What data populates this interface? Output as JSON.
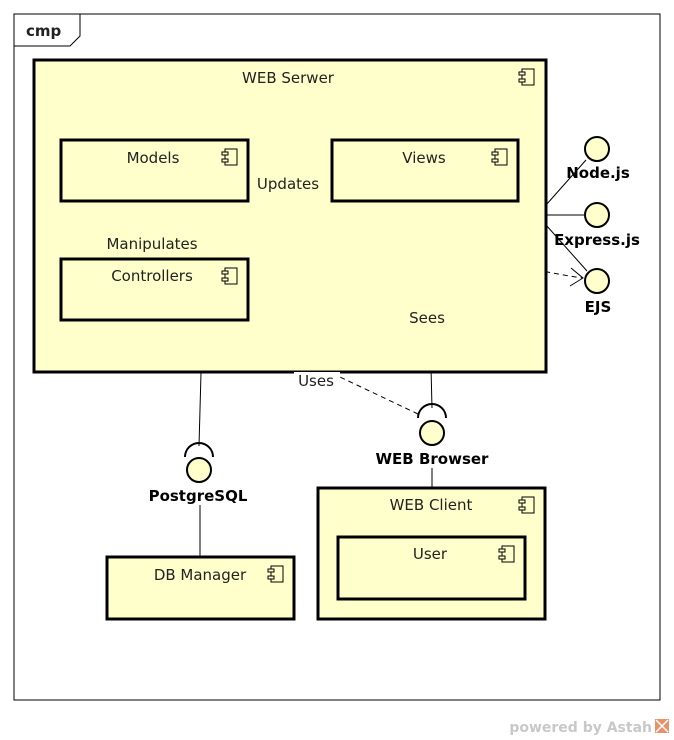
{
  "frame": {
    "title": "cmp"
  },
  "components": {
    "web_server": "WEB Serwer",
    "models": "Models",
    "views": "Views",
    "controllers": "Controllers",
    "db_manager": "DB Manager",
    "web_client": "WEB Client",
    "user": "User"
  },
  "interfaces": {
    "nodejs": "Node.js",
    "expressjs": "Express.js",
    "ejs": "EJS",
    "web_browser": "WEB Browser",
    "postgresql": "PostgreSQL"
  },
  "relations": {
    "updates": "Updates",
    "manipulates": "Manipulates",
    "sees": "Sees",
    "uses": "Uses"
  },
  "watermark": {
    "text": "powered by Astah"
  },
  "colors": {
    "component_fill": "#ffffcc",
    "stroke": "#000000",
    "watermark": "#c8c8c8",
    "accent": "#e8926a"
  }
}
